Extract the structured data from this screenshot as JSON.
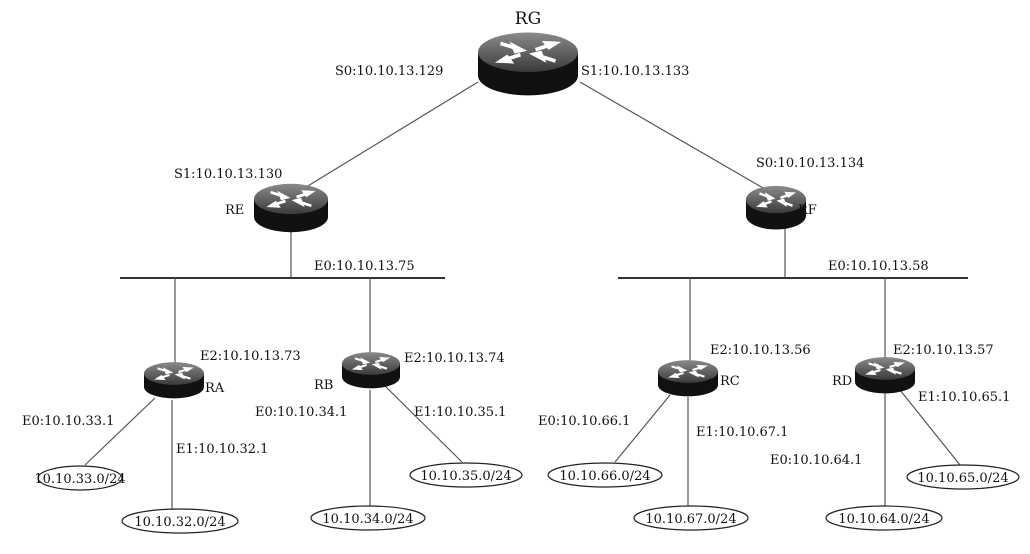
{
  "routers": {
    "rg": {
      "name": "RG",
      "s0": "S0:10.10.13.129",
      "s1": "S1:10.10.13.133"
    },
    "re": {
      "name": "RE",
      "s1": "S1:10.10.13.130",
      "e0": "E0:10.10.13.75"
    },
    "rf": {
      "name": "RF",
      "s0": "S0:10.10.13.134",
      "e0": "E0:10.10.13.58"
    },
    "ra": {
      "name": "RA",
      "e2": "E2:10.10.13.73",
      "e0": "E0:10.10.33.1",
      "e1": "E1:10.10.32.1"
    },
    "rb": {
      "name": "RB",
      "e2": "E2:10.10.13.74",
      "e0": "E0:10.10.34.1",
      "e1": "E1:10.10.35.1"
    },
    "rc": {
      "name": "RC",
      "e2": "E2:10.10.13.56",
      "e0": "E0:10.10.66.1",
      "e1": "E1:10.10.67.1"
    },
    "rd": {
      "name": "RD",
      "e2": "E2:10.10.13.57",
      "e0": "E0:10.10.64.1",
      "e1": "E1:10.10.65.1"
    }
  },
  "networks": {
    "n33": "10.10.33.0/24",
    "n32": "10.10.32.0/24",
    "n34": "10.10.34.0/24",
    "n35": "10.10.35.0/24",
    "n66": "10.10.66.0/24",
    "n67": "10.10.67.0/24",
    "n64": "10.10.64.0/24",
    "n65": "10.10.65.0/24"
  },
  "icons": {
    "router": "router-icon"
  },
  "colors": {
    "router_top": "#5a5a5a",
    "router_body": "#1e1e1e",
    "line": "#555555"
  }
}
